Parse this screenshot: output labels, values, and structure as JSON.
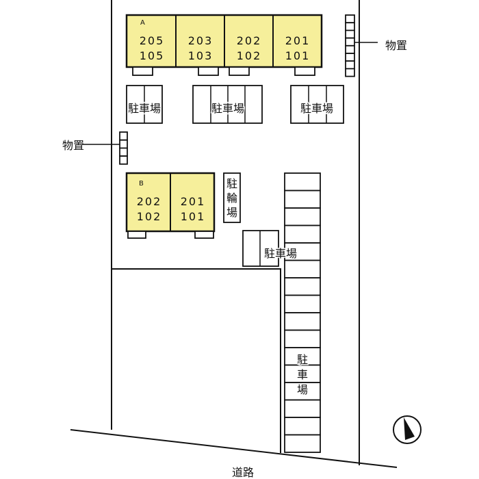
{
  "building_a": {
    "label": "A",
    "units": [
      {
        "upper": "205",
        "lower": "105"
      },
      {
        "upper": "203",
        "lower": "103"
      },
      {
        "upper": "202",
        "lower": "102"
      },
      {
        "upper": "201",
        "lower": "101"
      }
    ]
  },
  "building_b": {
    "label": "B",
    "units": [
      {
        "upper": "202",
        "lower": "102"
      },
      {
        "upper": "201",
        "lower": "101"
      }
    ]
  },
  "labels": {
    "parking": "駐車場",
    "parking_chars": [
      "駐",
      "車",
      "場"
    ],
    "bike_parking_chars": [
      "駐",
      "輪",
      "場"
    ],
    "storage_right": "物置",
    "storage_left": "物置",
    "road": "道路"
  },
  "colors": {
    "building": "#f6ef9b",
    "line": "#111111"
  }
}
